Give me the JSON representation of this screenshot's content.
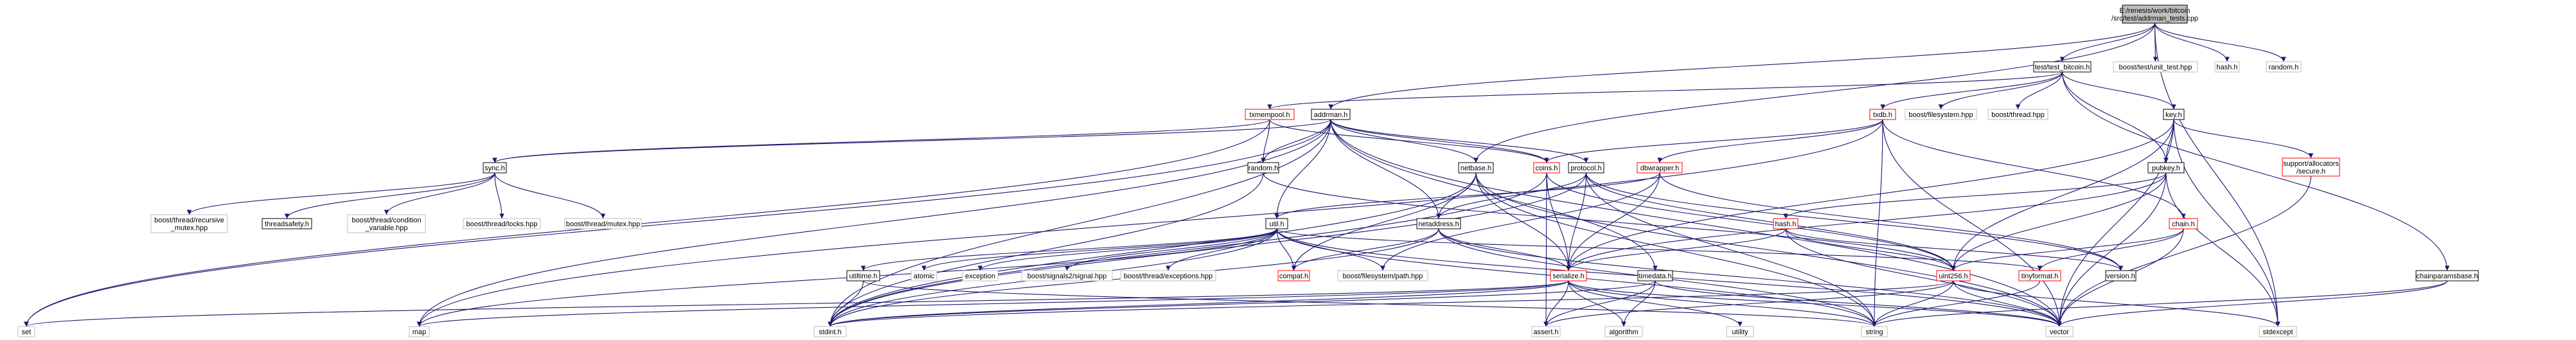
{
  "colors": {
    "edge": "#191970",
    "root_fill": "#bfbfbf",
    "root_border": "#000000",
    "documented_border": "#000000",
    "undocumented_border": "#bfbfbf",
    "incomplete_border": "#ff0000",
    "node_fill": "#ffffff"
  },
  "nodes": [
    {
      "id": "root",
      "kind": "root",
      "lines": [
        "E:/renesis/work/bitcoin",
        "/src/test/addrman_tests.cpp"
      ]
    },
    {
      "id": "test_bitcoin",
      "kind": "documented",
      "lines": [
        "test/test_bitcoin.h"
      ]
    },
    {
      "id": "boost_unit_test",
      "kind": "undocumented",
      "lines": [
        "boost/test/unit_test.hpp"
      ]
    },
    {
      "id": "hash_top",
      "kind": "undocumented",
      "lines": [
        "hash.h"
      ]
    },
    {
      "id": "random_top",
      "kind": "undocumented",
      "lines": [
        "random.h"
      ]
    },
    {
      "id": "txmempool",
      "kind": "incomplete",
      "lines": [
        "txmempool.h"
      ]
    },
    {
      "id": "addrman",
      "kind": "documented",
      "lines": [
        "addrman.h"
      ]
    },
    {
      "id": "txdb",
      "kind": "incomplete",
      "lines": [
        "txdb.h"
      ]
    },
    {
      "id": "boost_filesystem",
      "kind": "undocumented",
      "lines": [
        "boost/filesystem.hpp"
      ]
    },
    {
      "id": "boost_thread",
      "kind": "undocumented",
      "lines": [
        "boost/thread.hpp"
      ]
    },
    {
      "id": "key",
      "kind": "documented",
      "lines": [
        "key.h"
      ]
    },
    {
      "id": "sync",
      "kind": "documented",
      "lines": [
        "sync.h"
      ]
    },
    {
      "id": "random",
      "kind": "documented",
      "lines": [
        "random.h"
      ]
    },
    {
      "id": "netbase",
      "kind": "documented",
      "lines": [
        "netbase.h"
      ]
    },
    {
      "id": "coins",
      "kind": "incomplete",
      "lines": [
        "coins.h"
      ]
    },
    {
      "id": "protocol",
      "kind": "documented",
      "lines": [
        "protocol.h"
      ]
    },
    {
      "id": "dbwrapper",
      "kind": "incomplete",
      "lines": [
        "dbwrapper.h"
      ]
    },
    {
      "id": "pubkey",
      "kind": "documented",
      "lines": [
        "pubkey.h"
      ]
    },
    {
      "id": "allocators",
      "kind": "incomplete",
      "lines": [
        "support/allocators",
        "/secure.h"
      ]
    },
    {
      "id": "boost_recursive_mutex",
      "kind": "undocumented",
      "lines": [
        "boost/thread/recursive",
        "_mutex.hpp"
      ]
    },
    {
      "id": "threadsafety",
      "kind": "documented",
      "lines": [
        "threadsafety.h"
      ]
    },
    {
      "id": "boost_condition_variable",
      "kind": "undocumented",
      "lines": [
        "boost/thread/condition",
        "_variable.hpp"
      ]
    },
    {
      "id": "boost_locks",
      "kind": "undocumented",
      "lines": [
        "boost/thread/locks.hpp"
      ]
    },
    {
      "id": "boost_mutex",
      "kind": "undocumented",
      "lines": [
        "boost/thread/mutex.hpp"
      ]
    },
    {
      "id": "util",
      "kind": "documented",
      "lines": [
        "util.h"
      ]
    },
    {
      "id": "netaddress",
      "kind": "documented",
      "lines": [
        "netaddress.h"
      ]
    },
    {
      "id": "hash",
      "kind": "incomplete",
      "lines": [
        "hash.h"
      ]
    },
    {
      "id": "chain",
      "kind": "incomplete",
      "lines": [
        "chain.h"
      ]
    },
    {
      "id": "utiltime",
      "kind": "documented",
      "lines": [
        "utiltime.h"
      ]
    },
    {
      "id": "atomic",
      "kind": "undocumented",
      "lines": [
        "atomic"
      ]
    },
    {
      "id": "exception",
      "kind": "undocumented",
      "lines": [
        "exception"
      ]
    },
    {
      "id": "boost_signal",
      "kind": "undocumented",
      "lines": [
        "boost/signals2/signal.hpp"
      ]
    },
    {
      "id": "boost_thread_exceptions",
      "kind": "undocumented",
      "lines": [
        "boost/thread/exceptions.hpp"
      ]
    },
    {
      "id": "compat",
      "kind": "incomplete",
      "lines": [
        "compat.h"
      ]
    },
    {
      "id": "boost_filesystem_path",
      "kind": "undocumented",
      "lines": [
        "boost/filesystem/path.hpp"
      ]
    },
    {
      "id": "serialize",
      "kind": "incomplete",
      "lines": [
        "serialize.h"
      ]
    },
    {
      "id": "timedata",
      "kind": "documented",
      "lines": [
        "timedata.h"
      ]
    },
    {
      "id": "uint256",
      "kind": "incomplete",
      "lines": [
        "uint256.h"
      ]
    },
    {
      "id": "tinyformat",
      "kind": "incomplete",
      "lines": [
        "tinyformat.h"
      ]
    },
    {
      "id": "version",
      "kind": "documented",
      "lines": [
        "version.h"
      ]
    },
    {
      "id": "chainparamsbase",
      "kind": "documented",
      "lines": [
        "chainparamsbase.h"
      ]
    },
    {
      "id": "set",
      "kind": "undocumented",
      "lines": [
        "set"
      ]
    },
    {
      "id": "map",
      "kind": "undocumented",
      "lines": [
        "map"
      ]
    },
    {
      "id": "stdint",
      "kind": "undocumented",
      "lines": [
        "stdint.h"
      ]
    },
    {
      "id": "assert",
      "kind": "undocumented",
      "lines": [
        "assert.h"
      ]
    },
    {
      "id": "algorithm",
      "kind": "undocumented",
      "lines": [
        "algorithm"
      ]
    },
    {
      "id": "utility",
      "kind": "undocumented",
      "lines": [
        "utility"
      ]
    },
    {
      "id": "string",
      "kind": "undocumented",
      "lines": [
        "string"
      ]
    },
    {
      "id": "vector",
      "kind": "undocumented",
      "lines": [
        "vector"
      ]
    },
    {
      "id": "stdexcept",
      "kind": "undocumented",
      "lines": [
        "stdexcept"
      ]
    }
  ],
  "edges": [
    [
      "root",
      "test_bitcoin"
    ],
    [
      "root",
      "boost_unit_test"
    ],
    [
      "root",
      "hash_top"
    ],
    [
      "root",
      "random_top"
    ],
    [
      "root",
      "addrman"
    ],
    [
      "root",
      "netbase"
    ],
    [
      "root",
      "stdexcept"
    ],
    [
      "test_bitcoin",
      "txmempool"
    ],
    [
      "test_bitcoin",
      "txdb"
    ],
    [
      "test_bitcoin",
      "boost_filesystem"
    ],
    [
      "test_bitcoin",
      "boost_thread"
    ],
    [
      "test_bitcoin",
      "key"
    ],
    [
      "test_bitcoin",
      "pubkey"
    ],
    [
      "test_bitcoin",
      "chainparamsbase"
    ],
    [
      "txmempool",
      "random"
    ],
    [
      "txmempool",
      "sync"
    ],
    [
      "txmempool",
      "coins"
    ],
    [
      "txmempool",
      "set"
    ],
    [
      "addrman",
      "sync"
    ],
    [
      "addrman",
      "random"
    ],
    [
      "addrman",
      "netbase"
    ],
    [
      "addrman",
      "coins"
    ],
    [
      "addrman",
      "protocol"
    ],
    [
      "addrman",
      "util"
    ],
    [
      "addrman",
      "netaddress"
    ],
    [
      "addrman",
      "timedata"
    ],
    [
      "addrman",
      "set"
    ],
    [
      "addrman",
      "map"
    ],
    [
      "addrman",
      "stdint"
    ],
    [
      "addrman",
      "vector"
    ],
    [
      "txdb",
      "coins"
    ],
    [
      "txdb",
      "dbwrapper"
    ],
    [
      "txdb",
      "chain"
    ],
    [
      "txdb",
      "string"
    ],
    [
      "txdb",
      "vector"
    ],
    [
      "txdb",
      "map"
    ],
    [
      "key",
      "pubkey"
    ],
    [
      "key",
      "allocators"
    ],
    [
      "key",
      "serialize"
    ],
    [
      "key",
      "uint256"
    ],
    [
      "key",
      "stdexcept"
    ],
    [
      "key",
      "vector"
    ],
    [
      "sync",
      "boost_recursive_mutex"
    ],
    [
      "sync",
      "threadsafety"
    ],
    [
      "sync",
      "boost_condition_variable"
    ],
    [
      "sync",
      "boost_locks"
    ],
    [
      "sync",
      "boost_mutex"
    ],
    [
      "random",
      "uint256"
    ],
    [
      "random",
      "stdint"
    ],
    [
      "netbase",
      "compat"
    ],
    [
      "netbase",
      "netaddress"
    ],
    [
      "netbase",
      "serialize"
    ],
    [
      "netbase",
      "stdint"
    ],
    [
      "netbase",
      "string"
    ],
    [
      "netbase",
      "vector"
    ],
    [
      "coins",
      "compressor"
    ],
    [
      "coins",
      "serialize"
    ],
    [
      "coins",
      "uint256"
    ],
    [
      "coins",
      "assert"
    ],
    [
      "coins",
      "stdint"
    ],
    [
      "protocol",
      "netaddress"
    ],
    [
      "protocol",
      "serialize"
    ],
    [
      "protocol",
      "uint256"
    ],
    [
      "protocol",
      "version"
    ],
    [
      "protocol",
      "stdint"
    ],
    [
      "protocol",
      "string"
    ],
    [
      "dbwrapper",
      "serialize"
    ],
    [
      "dbwrapper",
      "util"
    ],
    [
      "dbwrapper",
      "version"
    ],
    [
      "dbwrapper",
      "boost_filesystem_path"
    ],
    [
      "pubkey",
      "hash"
    ],
    [
      "pubkey",
      "serialize"
    ],
    [
      "pubkey",
      "uint256"
    ],
    [
      "pubkey",
      "stdexcept"
    ],
    [
      "pubkey",
      "vector"
    ],
    [
      "allocators",
      "vector"
    ],
    [
      "util",
      "compat"
    ],
    [
      "util",
      "tinyformat"
    ],
    [
      "util",
      "utiltime"
    ],
    [
      "util",
      "atomic"
    ],
    [
      "util",
      "exception"
    ],
    [
      "util",
      "map"
    ],
    [
      "util",
      "stdint"
    ],
    [
      "util",
      "string"
    ],
    [
      "util",
      "vector"
    ],
    [
      "util",
      "boost_filesystem_path"
    ],
    [
      "util",
      "boost_signal"
    ],
    [
      "util",
      "boost_thread_exceptions"
    ],
    [
      "netaddress",
      "compat"
    ],
    [
      "netaddress",
      "serialize"
    ],
    [
      "netaddress",
      "stdint"
    ],
    [
      "netaddress",
      "string"
    ],
    [
      "netaddress",
      "vector"
    ],
    [
      "hash",
      "uint256"
    ],
    [
      "hash",
      "serialize"
    ],
    [
      "hash",
      "version"
    ],
    [
      "hash",
      "vector"
    ],
    [
      "chain",
      "uint256"
    ],
    [
      "chain",
      "tinyformat"
    ],
    [
      "chain",
      "vector"
    ],
    [
      "utiltime",
      "stdint"
    ],
    [
      "utiltime",
      "string"
    ],
    [
      "serialize",
      "algorithm"
    ],
    [
      "serialize",
      "assert"
    ],
    [
      "serialize",
      "map"
    ],
    [
      "serialize",
      "set"
    ],
    [
      "serialize",
      "stdint"
    ],
    [
      "serialize",
      "string"
    ],
    [
      "serialize",
      "utility"
    ],
    [
      "serialize",
      "vector"
    ],
    [
      "timedata",
      "algorithm"
    ],
    [
      "timedata",
      "assert"
    ],
    [
      "timedata",
      "stdint"
    ],
    [
      "timedata",
      "vector"
    ],
    [
      "uint256",
      "assert"
    ],
    [
      "uint256",
      "stdexcept"
    ],
    [
      "uint256",
      "stdint"
    ],
    [
      "uint256",
      "string"
    ],
    [
      "uint256",
      "vector"
    ],
    [
      "tinyformat",
      "string"
    ],
    [
      "chainparamsbase",
      "string"
    ],
    [
      "chainparamsbase",
      "vector"
    ]
  ]
}
